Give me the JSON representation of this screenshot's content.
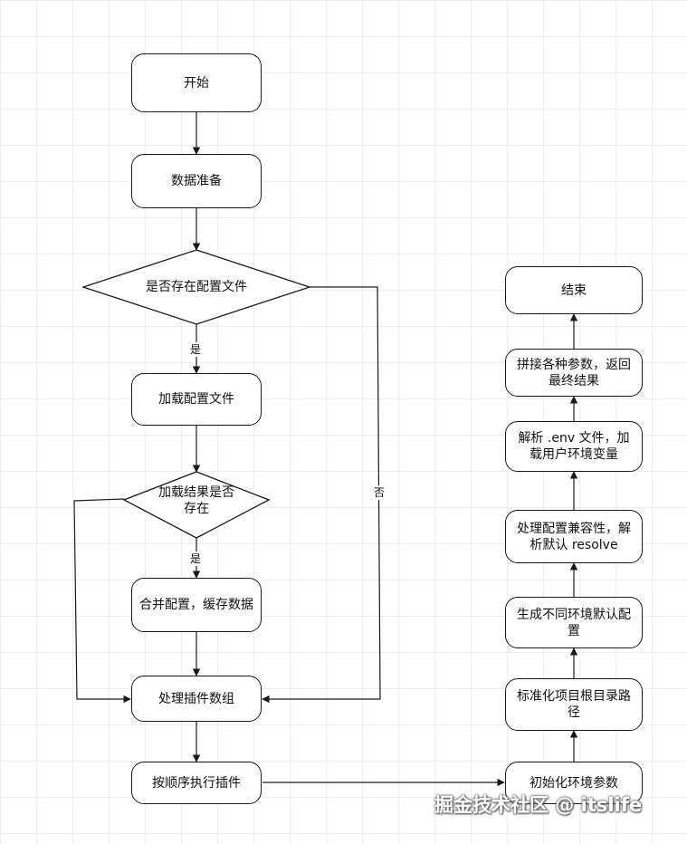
{
  "nodes": {
    "start": "开始",
    "prepare": "数据准备",
    "config_exists": "是否存在配置文件",
    "load_config": "加载配置文件",
    "load_result": "加载结果是否存在",
    "merge_cache": "合并配置，缓存数据",
    "process_plugins": "处理插件数组",
    "run_plugins": "按顺序执行插件",
    "init_env": "初始化环境参数",
    "normalize_root": "标准化项目根目录路径",
    "gen_env_config": "生成不同环境默认配置",
    "compat": "处理配置兼容性，解析默认 resolve",
    "parse_env": "解析 .env 文件，加载用户环境变量",
    "combine": "拼接各种参数，返回最终结果",
    "end": "结束"
  },
  "edge_labels": {
    "yes_1": "是",
    "yes_2": "是",
    "no": "否"
  },
  "watermark": "掘金技术社区 @ itslife",
  "colors": {
    "stroke": "#1a1a1a",
    "fill": "#ffffff",
    "grid": "#eeeeee"
  }
}
